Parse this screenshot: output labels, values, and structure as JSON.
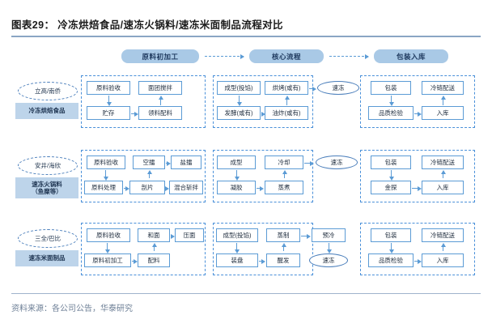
{
  "title": "图表29： 冷冻烘焙食品/速冻火锅料/速冻米面制品流程对比",
  "footer": "资料来源：各公司公告，华泰研究",
  "colors": {
    "accent": "#5b9bd5",
    "header_fill": "#a9c9e6",
    "tag_fill": "#bdd4ea",
    "rule": "#8aa5c4",
    "footer_text": "#6d7f96"
  },
  "stages": [
    {
      "label": "原料初加工"
    },
    {
      "label": "核心流程"
    },
    {
      "label": "包装入库"
    }
  ],
  "chart_data": {
    "type": "diagram",
    "title": "冷冻烘焙食品/速冻火锅料/速冻米面制品流程对比",
    "stages": [
      "原料初加工",
      "核心流程",
      "包装入库"
    ],
    "rows": [
      {
        "company": "立高/南侨",
        "category": "冷冻烘焙食品",
        "steps": {
          "stage1": [
            "原料验收",
            "面团搅拌",
            "贮存",
            "领料配料"
          ],
          "stage2": [
            "成型(投馅)",
            "烘烤(或有)",
            "速冻",
            "发酵(或有)",
            "油炸(或有)"
          ],
          "stage3": [
            "包装",
            "冷链配送",
            "品质检验",
            "入库"
          ]
        },
        "flow": "原料验收→贮存→领料配料→面团搅拌→成型(投馅)→发酵(或有)→油炸(或有)→烘烤(或有)→速冻→包装→品质检验→入库→冷链配送"
      },
      {
        "company": "安井/海欣",
        "category": "速冻火锅料\n（鱼糜等）",
        "steps": {
          "stage1": [
            "原料验收",
            "空擂",
            "盐擂",
            "原料处理",
            "剖片",
            "混合斩拌"
          ],
          "stage2": [
            "成型",
            "冷却",
            "速冻",
            "凝胶",
            "蒸煮"
          ],
          "stage3": [
            "包装",
            "冷链配送",
            "金探",
            "入库"
          ]
        },
        "flow": "原料验收→原料处理→剖片→空擂→盐擂→混合斩拌→成型→凝胶→蒸煮→冷却→速冻→包装→金探→入库→冷链配送"
      },
      {
        "company": "三全/巴比",
        "category": "速冻米面制品",
        "steps": {
          "stage1": [
            "原料验收",
            "和面",
            "压面",
            "原料初加工",
            "配料"
          ],
          "stage2": [
            "成型(投馅)",
            "蒸制",
            "预冷",
            "装盘",
            "醒发",
            "速冻"
          ],
          "stage3": [
            "包装",
            "冷链配送",
            "品质检验",
            "入库"
          ]
        },
        "flow": "原料验收→原料初加工→配料→和面→压面→成型(投馅)→装盘→醒发→蒸制→预冷→速冻→包装→品质检验→入库→冷链配送"
      }
    ]
  }
}
